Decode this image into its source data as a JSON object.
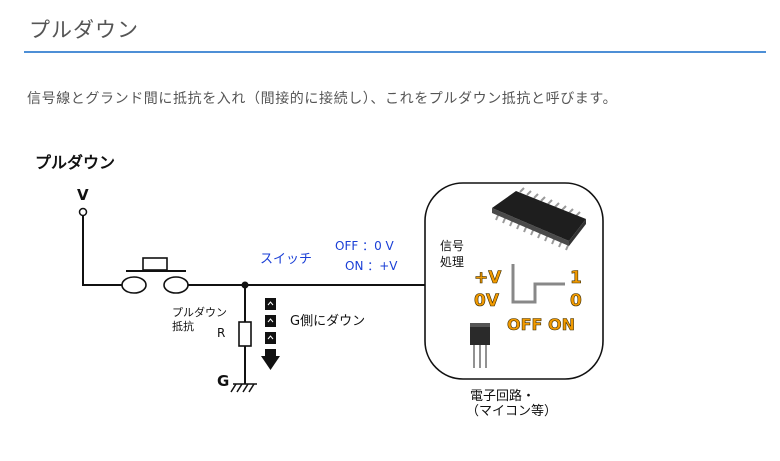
{
  "header": {
    "title": "プルダウン"
  },
  "intro": {
    "text": "信号線とグランド間に抵抗を入れ（間接的に接続し）、これをプルダウン抵抗と呼びます。"
  },
  "diagram": {
    "title": "プルダウン",
    "supply_label": "V",
    "ground_label": "G",
    "resistor_label": "R",
    "resistor_name_line1": "プルダウン",
    "resistor_name_line2": "抵抗",
    "switch_label": "スイッチ",
    "switch_off_state": "OFF ：0 V",
    "switch_on_state": "ON ：+V",
    "pull_direction_label": "G側にダウン",
    "signal_label_line1": "信号",
    "signal_label_line2": "処理",
    "level_high": "+V",
    "level_low": "0V",
    "logic_high": "1",
    "logic_low": "0",
    "off_on_label": "OFF ON",
    "circuit_label_line1": "電子回路・",
    "circuit_label_line2": "（マイコン等）",
    "colors": {
      "accent_line": "#4d8fd6",
      "switch_text": "#1a3fd6",
      "logic_text": "#f29a00"
    }
  }
}
